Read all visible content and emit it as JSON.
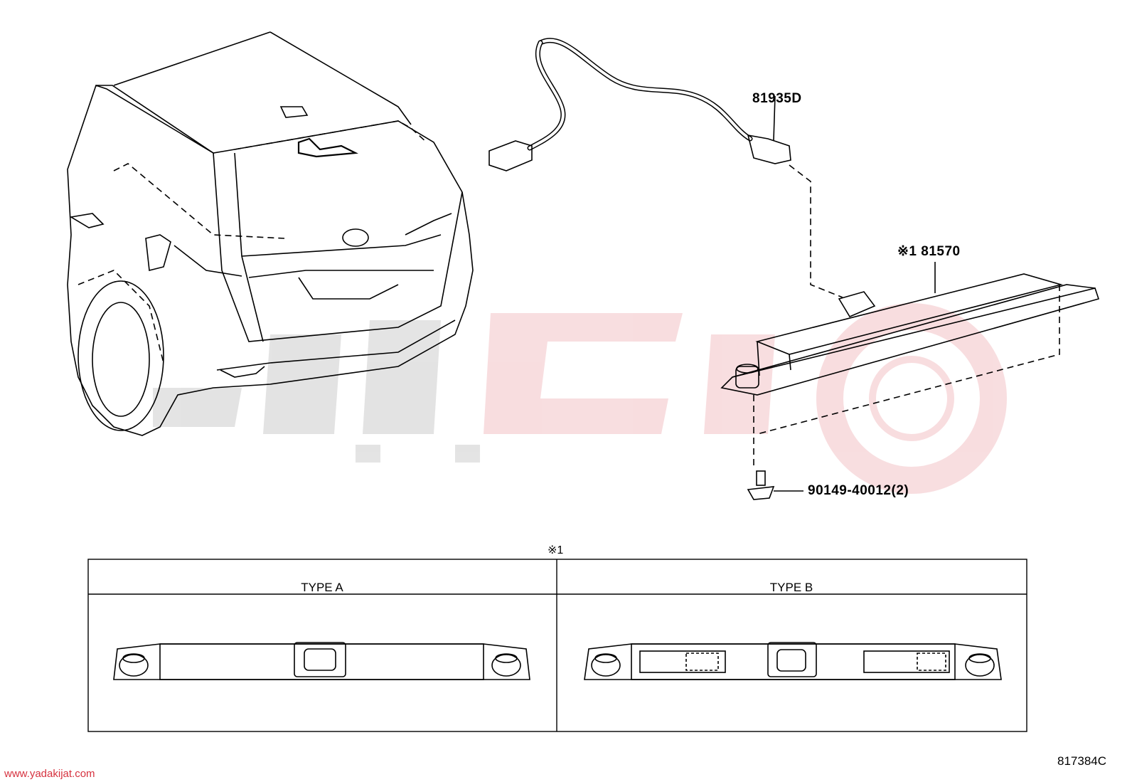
{
  "callouts": {
    "wire_harness": "81935D",
    "stop_lamp": "※1 81570",
    "screw": "90149-40012(2)"
  },
  "note_marker": "※1",
  "variants": [
    {
      "label": "TYPE A"
    },
    {
      "label": "TYPE B"
    }
  ],
  "watermark": {
    "site": "www.yadakijat.com",
    "brand_color": "#d6323f"
  },
  "diagram_code": "817384C"
}
